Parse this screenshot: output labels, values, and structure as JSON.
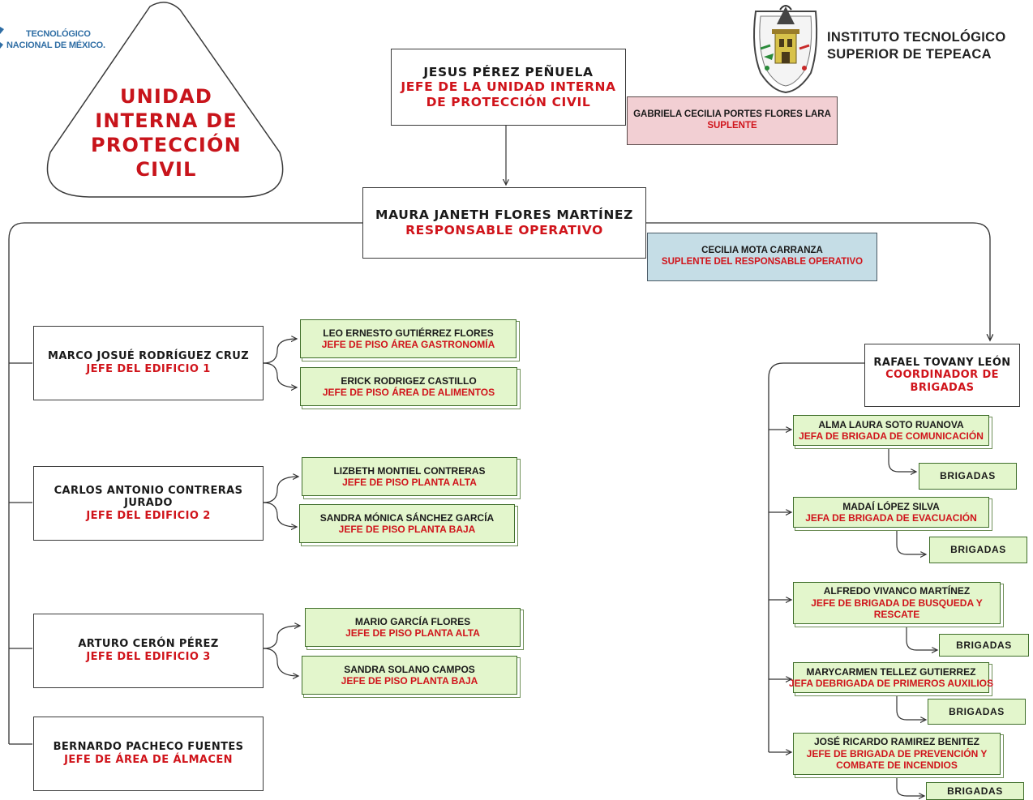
{
  "logo_left": {
    "line1": "TECNOLÓGICO",
    "line2": "NACIONAL DE MÉXICO."
  },
  "institute": {
    "line1": "INSTITUTO TECNOLÓGICO",
    "line2": "SUPERIOR DE TEPEACA"
  },
  "unit_title": [
    "UNIDAD",
    "INTERNA DE",
    "PROTECCIÓN",
    "CIVIL"
  ],
  "chief": {
    "name": "JESUS PÉREZ PEÑUELA",
    "role_line1": "JEFE DE LA UNIDAD INTERNA",
    "role_line2": "DE PROTECCIÓN CIVIL"
  },
  "chief_substitute": {
    "name": "GABRIELA CECILIA PORTES FLORES LARA",
    "role": "SUPLENTE"
  },
  "operative": {
    "name": "MAURA JANETH FLORES MARTÍNEZ",
    "role": "RESPONSABLE OPERATIVO"
  },
  "operative_substitute": {
    "name": "CECILIA MOTA CARRANZA",
    "role": "SUPLENTE DEL RESPONSABLE OPERATIVO"
  },
  "buildings": [
    {
      "name": "MARCO JOSUÉ RODRÍGUEZ CRUZ",
      "name2": "",
      "role": "JEFE DEL EDIFICIO 1",
      "floors": [
        {
          "name": "LEO ERNESTO GUTIÉRREZ FLORES",
          "role": "JEFE DE PISO ÁREA GASTRONOMÍA"
        },
        {
          "name": "ERICK RODRIGEZ CASTILLO",
          "role": "JEFE DE PISO ÁREA DE ALIMENTOS"
        }
      ]
    },
    {
      "name": "CARLOS ANTONIO CONTRERAS",
      "name2": "JURADO",
      "role": "JEFE DEL EDIFICIO 2",
      "floors": [
        {
          "name": "LIZBETH MONTIEL CONTRERAS",
          "role": "JEFE DE PISO PLANTA ALTA"
        },
        {
          "name": "SANDRA MÓNICA SÁNCHEZ GARCÍA",
          "role": "JEFE DE PISO PLANTA BAJA"
        }
      ]
    },
    {
      "name": "ARTURO CERÓN PÉREZ",
      "name2": "",
      "role": "JEFE DEL EDIFICIO 3",
      "floors": [
        {
          "name": "MARIO GARCÍA FLORES",
          "role": "JEFE DE PISO PLANTA ALTA"
        },
        {
          "name": "SANDRA SOLANO CAMPOS",
          "role": "JEFE DE PISO PLANTA BAJA"
        }
      ]
    }
  ],
  "warehouse": {
    "name": "BERNARDO PACHECO FUENTES",
    "role": "JEFE DE ÁREA DE ÁLMACEN"
  },
  "coordinator": {
    "name": "RAFAEL TOVANY LEÓN",
    "role_line1": "COORDINADOR DE",
    "role_line2": "BRIGADAS"
  },
  "brigades": [
    {
      "name": "ALMA LAURA SOTO RUANOVA",
      "role_line1": "JEFA DE BRIGADA DE COMUNICACIÓN",
      "role_line2": ""
    },
    {
      "name": "MADAÍ LÓPEZ SILVA",
      "role_line1": "JEFA DE BRIGADA DE EVACUACIÓN",
      "role_line2": ""
    },
    {
      "name": "ALFREDO VIVANCO MARTÍNEZ",
      "role_line1": "JEFE DE BRIGADA DE BUSQUEDA Y",
      "role_line2": "RESCATE"
    },
    {
      "name": "MARYCARMEN TELLEZ GUTIERREZ",
      "role_line1": "JEFA DEBRIGADA DE PRIMEROS AUXILIOS",
      "role_line2": ""
    },
    {
      "name": "JOSÉ RICARDO RAMIREZ BENITEZ",
      "role_line1": "JEFE DE BRIGADA DE PREVENCIÓN Y",
      "role_line2": "COMBATE DE INCENDIOS"
    }
  ],
  "brigadas_label": "BRIGADAS"
}
